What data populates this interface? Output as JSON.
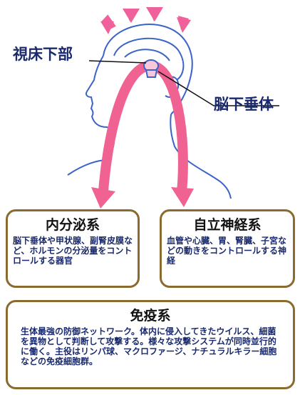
{
  "labels": {
    "hypothalamus": "視床下部",
    "pituitary": "脳下垂体"
  },
  "boxes": {
    "endocrine": {
      "title": "内分泌系",
      "body": "脳下垂体や甲状腺、副腎皮膜など、ホルモンの分泌量をコントロールする器官"
    },
    "autonomic": {
      "title": "自立神経系",
      "body": "血管や心臓、胃、腎臓、子宮などの動きをコントロールする神経"
    },
    "immune": {
      "title": "免疫系",
      "body": "生体最強の防御ネットワーク。体内に侵入してきたウイルス、細菌を異物として判断して攻撃する。様々な攻撃システムが同時並行的に働く。主役はリンパ球、マクロファージ、ナチュラルキラー細胞などの免疫細胞群。"
    }
  },
  "colors": {
    "arrow": "#f06292",
    "arrow_small": "#f0609a",
    "outline": "#3b63c8",
    "label_text": "#1a2a6c",
    "box_border": "#8a6b2f"
  }
}
